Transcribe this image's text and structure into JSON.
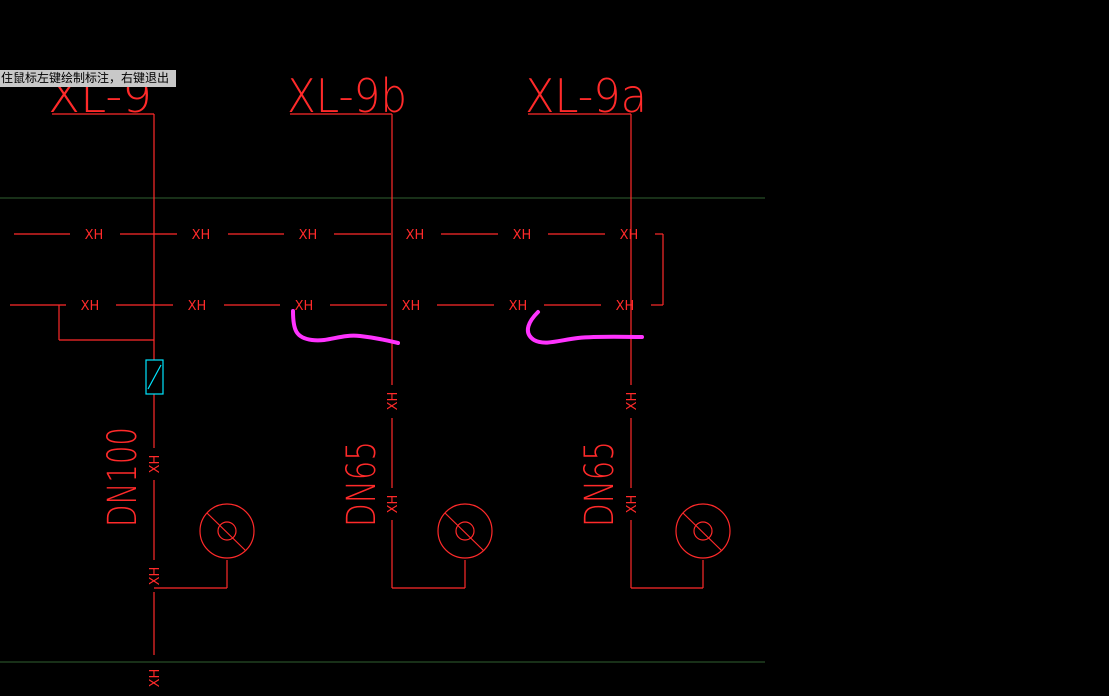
{
  "prompt": {
    "text": "住鼠标左键绘制标注，右键退出"
  },
  "colors": {
    "background": "#000000",
    "pipe": "#ff2a2a",
    "guide": "#2f5f2f",
    "valve": "#00e5ff",
    "markup": "#ff33ff"
  },
  "risers": [
    {
      "id": "xl9",
      "title": "XL-9",
      "size_label": "DN100"
    },
    {
      "id": "xl9b",
      "title": "XL-9b",
      "size_label": "DN65"
    },
    {
      "id": "xl9a",
      "title": "XL-9a",
      "size_label": "DN65"
    }
  ],
  "line_tag": "XH",
  "icons": {
    "hydrant": "fire-hydrant-icon",
    "valve": "butterfly-valve-icon"
  }
}
